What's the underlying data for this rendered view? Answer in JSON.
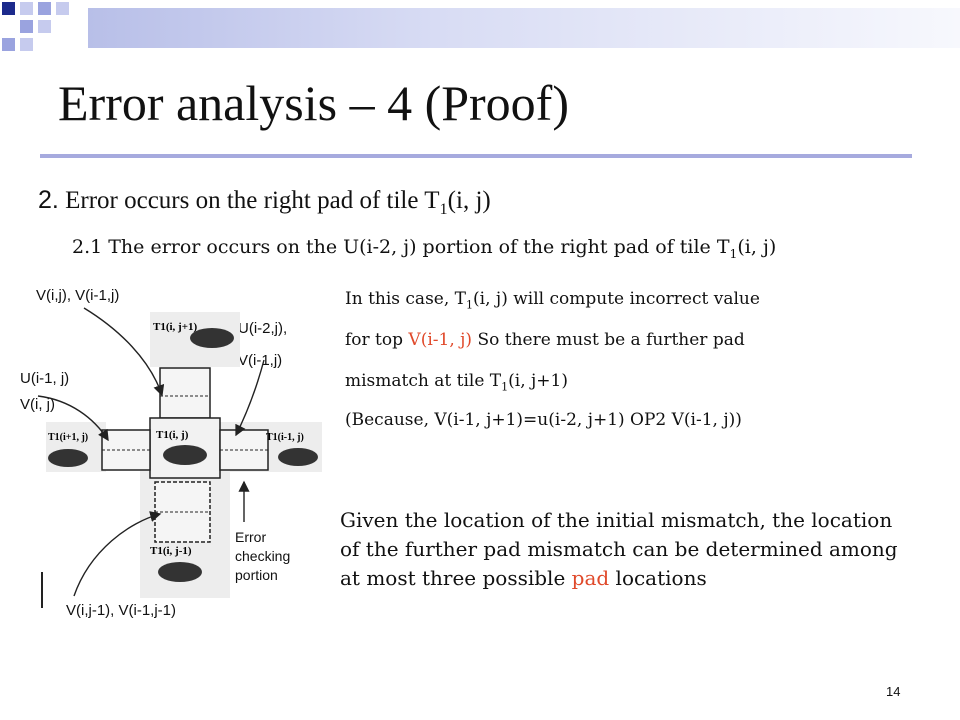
{
  "slide": {
    "title": "Error analysis – 4 (Proof)",
    "page_number": "14"
  },
  "heading": {
    "number": "2.",
    "text_before": " Error occurs on the right pad of tile T",
    "subscript": "1",
    "text_after": "(i, j)"
  },
  "subheading": {
    "text_before": "2.1 The error occurs on the U(i-2, j) portion of the right pad of tile T",
    "subscript": "1",
    "text_after": "(i, j)"
  },
  "explanation": {
    "line1_before": "In this case, T",
    "line1_sub": "1",
    "line1_after": "(i, j) will compute incorrect value",
    "line2_before": "for top ",
    "line2_highlight": "V(i-1, j)",
    "line2_after": " So there must be a further pad",
    "line3_before": "mismatch at tile T",
    "line3_sub": "1",
    "line3_after": "(i, j+1)",
    "line4": "(Because, V(i-1, j+1)=u(i-2, j+1) OP2 V(i-1, j))"
  },
  "conclusion": {
    "text": "Given the location of the initial mismatch, the location of the further pad mismatch can be determined among at most three possible ",
    "highlight": "pad",
    "text_end": " locations"
  },
  "diagram_labels": {
    "top_left": "V(i,j), V(i-1,j)",
    "right_top_1": "U(i-2,j),",
    "right_top_2": "V(i-1,j)",
    "left_1": "U(i-1, j)",
    "left_2": "V(i, j)",
    "error_1": "Error",
    "error_2": "checking",
    "error_3": "portion",
    "bottom": "V(i,j-1), V(i-1,j-1)"
  },
  "tiles": {
    "top": "T1(i, j+1)",
    "left": "T1(i+1, j)",
    "center": "T1(i, j)",
    "right": "T1(i-1, j)",
    "bottom": "T1(i, j-1)"
  },
  "colors": {
    "accent_bar": "#a6aade",
    "highlight": "#e0492a",
    "corner_dark": "#1c2a8c",
    "corner_light": "#9aa3df"
  }
}
